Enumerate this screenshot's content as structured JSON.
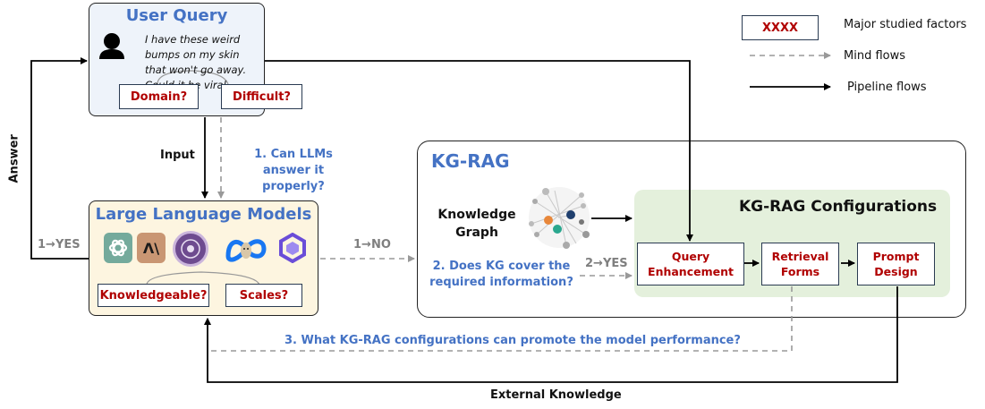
{
  "legend": {
    "factor_sample": "XXXX",
    "factor_text": "Major studied factors",
    "mind_text": "Mind flows",
    "pipeline_text": "Pipeline flows"
  },
  "user_query": {
    "title": "User Query",
    "text": "I have these weird bumps on my skin that won't go away. Could it be viral warts?",
    "factors": [
      "Domain?",
      "Difficult?"
    ]
  },
  "llm": {
    "title": "Large Language Models",
    "factors": [
      "Knowledgeable?",
      "Scales?"
    ],
    "logo_text": "Λ\\"
  },
  "kg_rag": {
    "title": "KG-RAG",
    "kg_label": "Knowledge Graph",
    "config_title": "KG-RAG Configurations",
    "configs": [
      "Query Enhancement",
      "Retrieval Forms",
      "Prompt Design"
    ]
  },
  "flow_labels": {
    "answer": "Answer",
    "input": "Input",
    "yes1": "1→YES",
    "no1": "1→NO",
    "yes2": "2→YES",
    "q1": "1. Can LLMs answer it properly?",
    "q2": "2. Does KG cover the required information?",
    "q3": "3. What KG-RAG configurations can promote the model performance?",
    "external": "External Knowledge"
  },
  "colors": {
    "factor_text": "#b00000",
    "question_text": "#4472c4",
    "user_query_fill": "#eef3fa",
    "llm_fill": "#fdf5e0",
    "config_fill": "#e4f0dc",
    "mind_flow": "#999999"
  }
}
